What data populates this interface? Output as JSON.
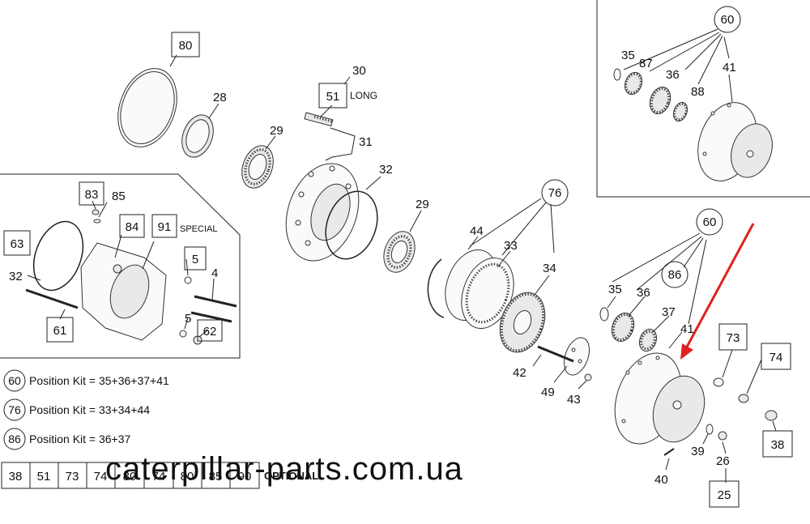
{
  "callouts": {
    "n80": "80",
    "n28": "28",
    "n29a": "29",
    "n30": "30",
    "n51": "51",
    "long": "LONG",
    "n31": "31",
    "n32": "32",
    "n29b": "29",
    "n76": "76",
    "n44": "44",
    "n33": "33",
    "n34": "34",
    "n42": "42",
    "n49": "49",
    "n43": "43",
    "n60a": "60",
    "n35a": "35",
    "n87": "87",
    "n36a": "36",
    "n88": "88",
    "n41a": "41",
    "n60b": "60",
    "n86": "86",
    "n35b": "35",
    "n36b": "36",
    "n37": "37",
    "n41b": "41",
    "n73": "73",
    "n74": "74",
    "n38": "38",
    "n39": "39",
    "n26": "26",
    "n25": "25",
    "n40": "40",
    "n83": "83",
    "n85": "85",
    "n84": "84",
    "n91": "91",
    "special": "SPECIAL",
    "n63": "63",
    "n32c": "32",
    "n5a": "5",
    "n4": "4",
    "n5b": "5",
    "n62": "62",
    "n61": "61"
  },
  "legend": [
    {
      "badge": "60",
      "text": "Position Kit = 35+36+37+41"
    },
    {
      "badge": "76",
      "text": "Position Kit = 33+34+44"
    },
    {
      "badge": "86",
      "text": "Position Kit = 36+37"
    }
  ],
  "optional": {
    "items": [
      "38",
      "51",
      "73",
      "74",
      "80",
      "74",
      "80",
      "85",
      "90"
    ],
    "label": "OPTIONAL"
  },
  "watermark": "caterpillar-parts.com.ua",
  "colors": {
    "arrow": "#e02020",
    "watermark": "#d8d8d8",
    "line": "#222222"
  }
}
